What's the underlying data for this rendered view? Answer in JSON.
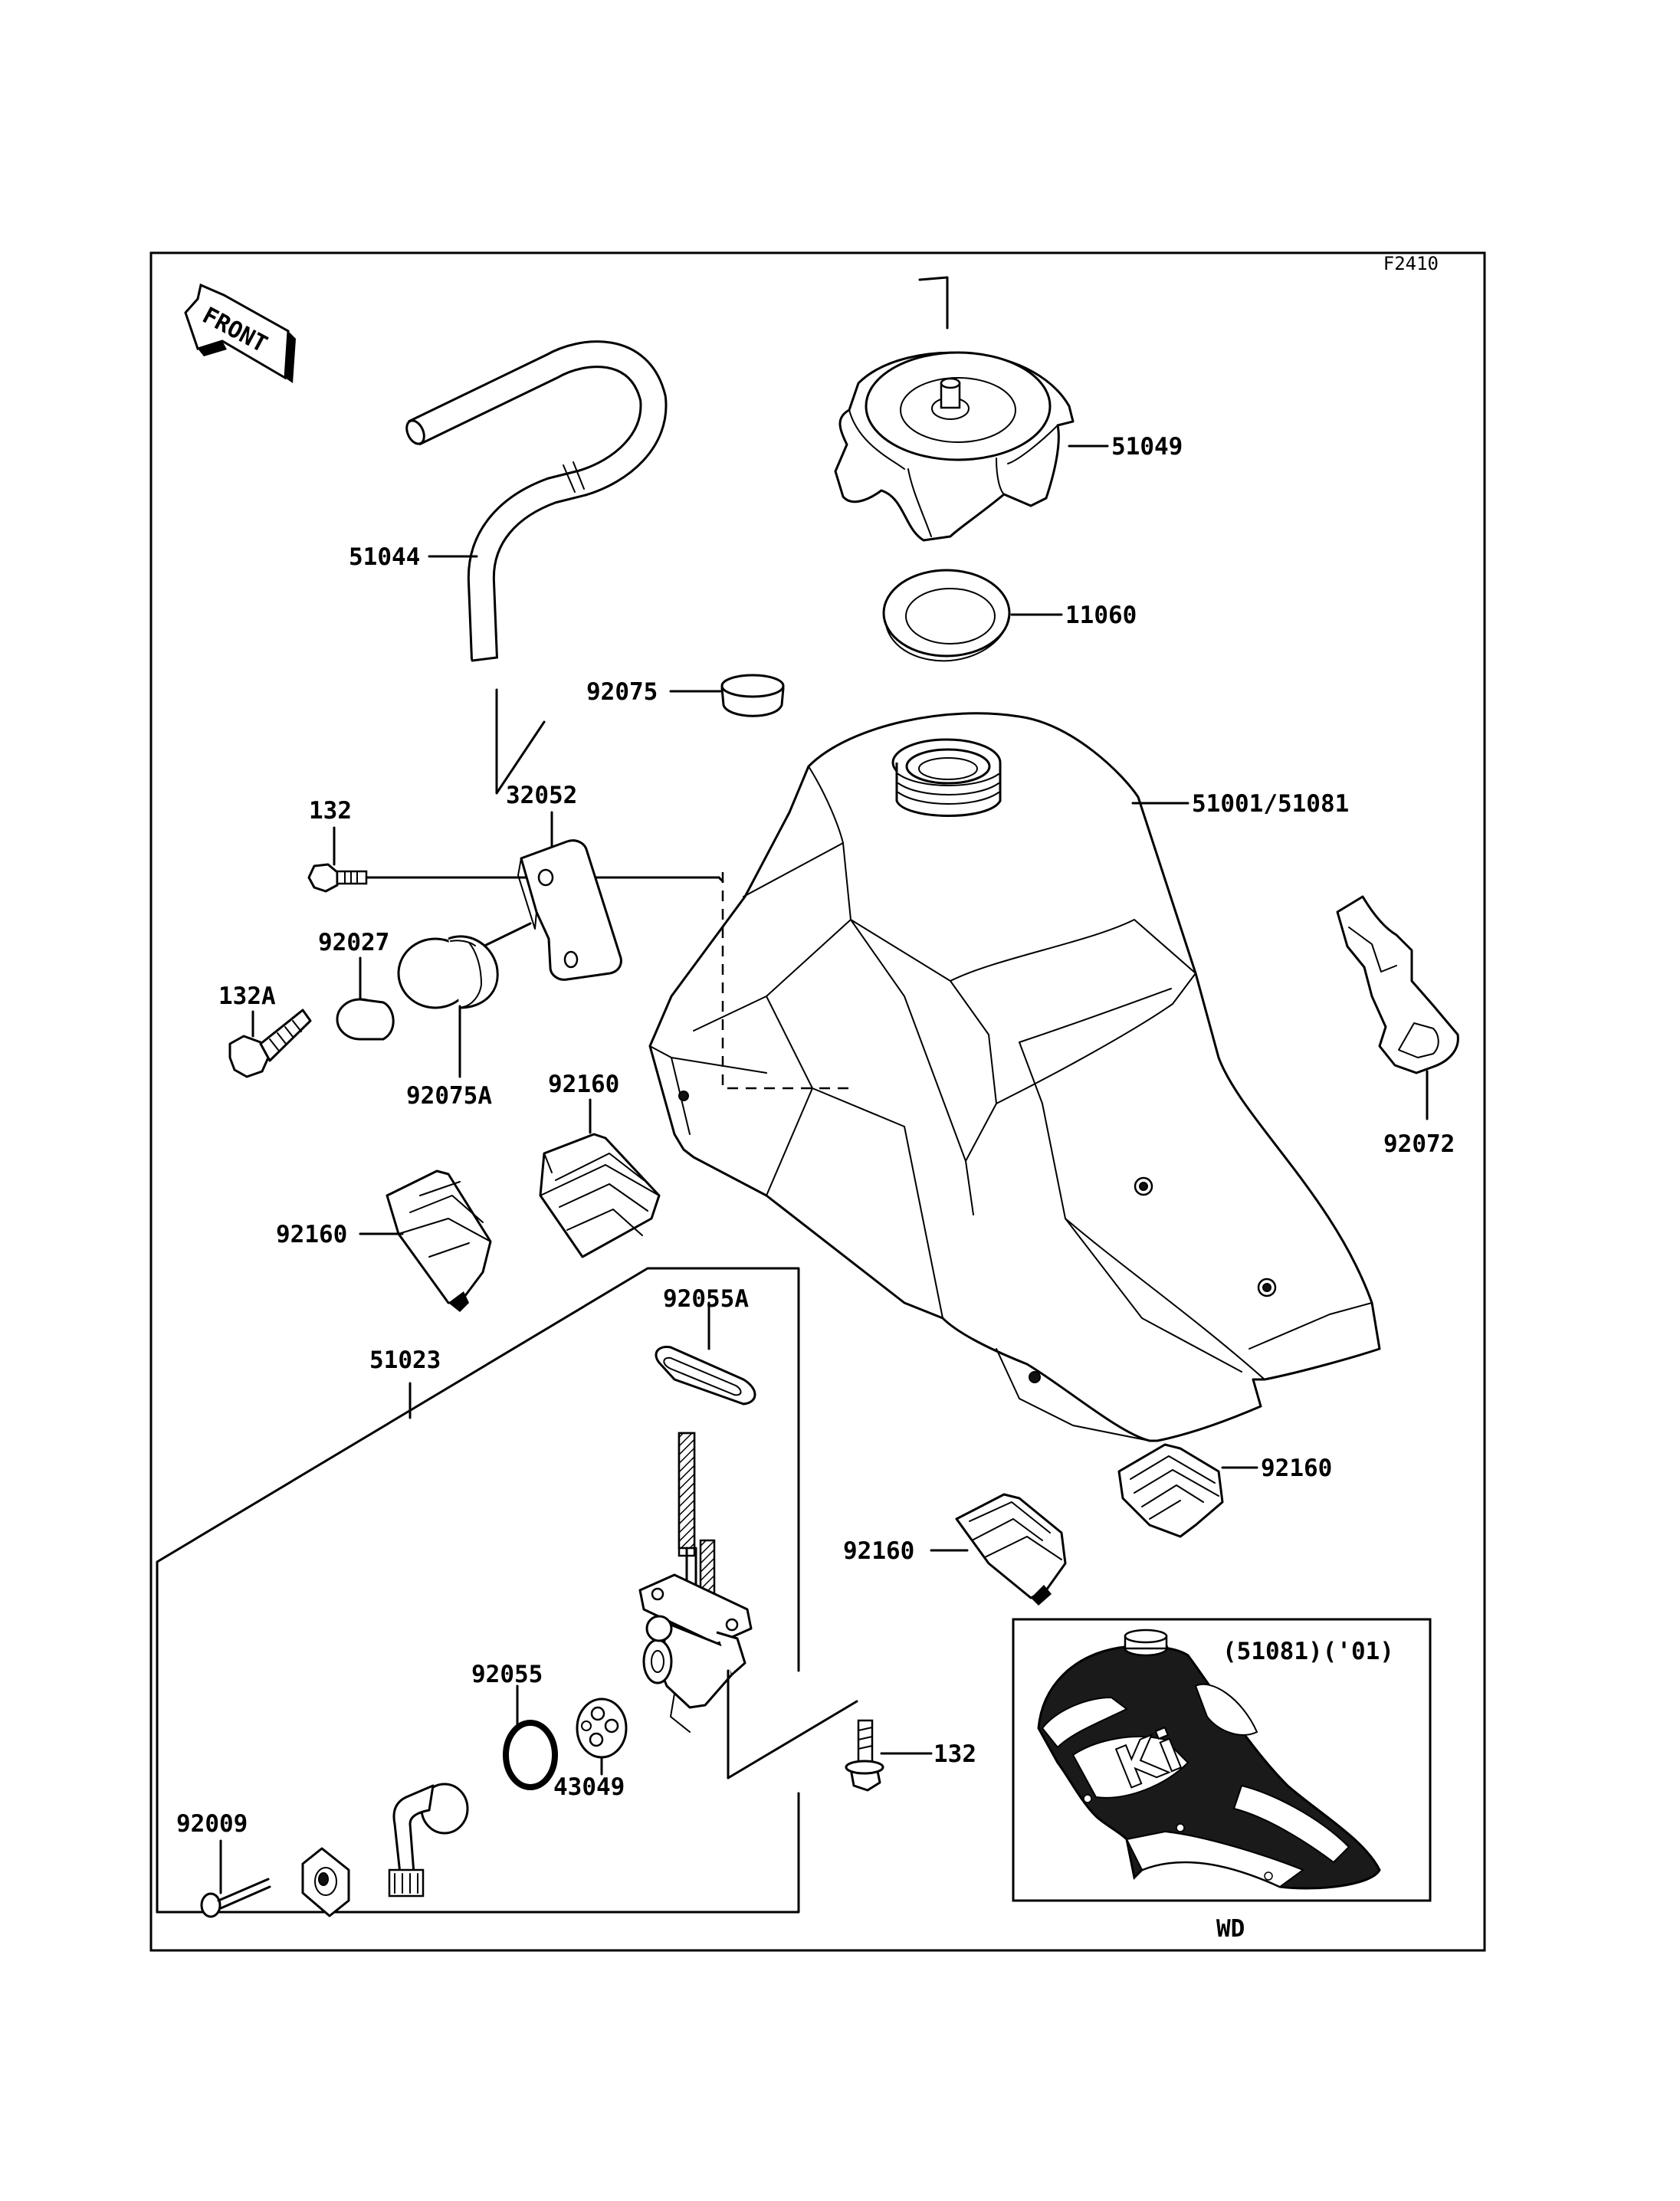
{
  "figure_code": "F2410",
  "front_label": "FRONT",
  "part_labels": {
    "cap": "51049",
    "cap_gasket": "11060",
    "breather_hose": "51044",
    "cap_plug": "92075",
    "tank": "51001/51081",
    "bracket": "32052",
    "bolt_top": "132",
    "collar": "92027",
    "bolt_left": "132A",
    "damper": "92075A",
    "pad_upper_mid": "92160",
    "pad_left": "92160",
    "strap": "92072",
    "valve_assy": "51023",
    "valve_gasket": "92055A",
    "pad_right_upper": "92160",
    "pad_right_lower": "92160",
    "o_ring": "92055",
    "bolt_valve": "132",
    "filter": "43049",
    "screw": "92009"
  },
  "inset": {
    "caption": "(51081)('01)",
    "variant": "WD",
    "decal_text": "Ki"
  }
}
